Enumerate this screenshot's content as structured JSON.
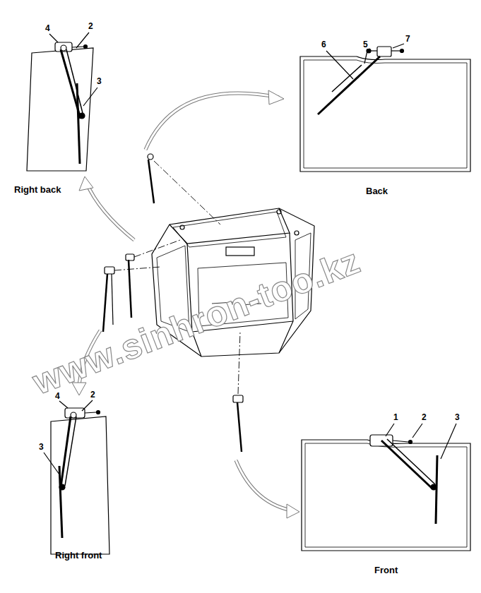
{
  "diagram": {
    "labels": [
      "4",
      "2",
      "3",
      "Right back",
      "6",
      "5",
      "7",
      "Back",
      "www.sinhron-too.kz",
      "4",
      "2",
      "3",
      "Right front",
      "1",
      "2",
      "3",
      "Front"
    ]
  }
}
